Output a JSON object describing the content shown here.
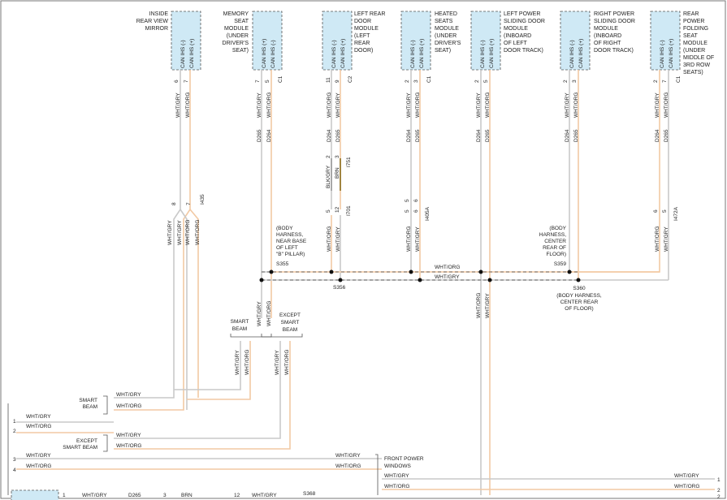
{
  "modules": [
    {
      "id": "mirror",
      "title": "INSIDE REAR VIEW MIRROR",
      "title_lines": [
        "INSIDE",
        "REAR VIEW",
        "MIRROR"
      ],
      "pins": [
        "CAN IHS (-)",
        "CAN IHS (+)"
      ],
      "pin_nums": [
        "6",
        "7"
      ],
      "connector": ""
    },
    {
      "id": "seat",
      "title": "MEMORY SEAT MODULE (UNDER DRIVER'S SEAT)",
      "title_lines": [
        "MEMORY",
        "SEAT",
        "MODULE",
        "(UNDER",
        "DRIVER'S",
        "SEAT)"
      ],
      "pins": [
        "CAN IHS (+)",
        "CAN IHS (-)"
      ],
      "pin_nums": [
        "7",
        "5"
      ],
      "connector": "C1"
    },
    {
      "id": "lrdoor",
      "title": "LEFT REAR DOOR MODULE (LEFT REAR DOOR)",
      "title_lines": [
        "LEFT REAR",
        "DOOR",
        "MODULE",
        "(LEFT",
        "REAR",
        "DOOR)"
      ],
      "pins": [
        "CAN IHS (-)",
        "CAN IHS (+)"
      ],
      "pin_nums": [
        "11",
        "9"
      ],
      "connector": "C2"
    },
    {
      "id": "heated",
      "title": "HEATED SEATS MODULE (UNDER DRIVER'S SEAT)",
      "title_lines": [
        "HEATED",
        "SEATS",
        "MODULE",
        "(UNDER",
        "DRIVER'S",
        "SEAT)"
      ],
      "pins": [
        "CAN IHS (-)",
        "CAN IHS (+)"
      ],
      "pin_nums": [
        "2",
        "3"
      ],
      "connector": "C1"
    },
    {
      "id": "lpsd",
      "title": "LEFT POWER SLIDING DOOR MODULE (INBOARD OF LEFT DOOR TRACK)",
      "title_lines": [
        "LEFT POWER",
        "SLIDING DOOR",
        "MODULE",
        "(INBOARD",
        "OF LEFT",
        "DOOR TRACK)"
      ],
      "pins": [
        "CAN IHS (-)",
        "CAN IHS (+)"
      ],
      "pin_nums": [
        "2",
        "5"
      ],
      "connector": ""
    },
    {
      "id": "rpsd",
      "title": "RIGHT POWER SLIDING DOOR MODULE (INBOARD OF RIGHT DOOR TRACK)",
      "title_lines": [
        "RIGHT POWER",
        "SLIDING DOOR",
        "MODULE",
        "(INBOARD",
        "OF RIGHT",
        "DOOR TRACK)"
      ],
      "pins": [
        "CAN IHS (-)",
        "CAN IHS (+)"
      ],
      "pin_nums": [
        "2",
        "3"
      ],
      "connector": ""
    },
    {
      "id": "rpfs",
      "title": "REAR POWER FOLDING SEAT MODULE (UNDER MIDDLE OF 3RD ROW SEATS)",
      "title_lines": [
        "REAR",
        "POWER",
        "FOLDING",
        "SEAT",
        "MODULE",
        "(UNDER",
        "MIDDLE OF",
        "3RD ROW",
        "SEATS)"
      ],
      "pins": [
        "CAN IHS (-)",
        "CAN IHS (+)"
      ],
      "pin_nums": [
        "2",
        "7"
      ],
      "connector": "C1"
    }
  ],
  "wire_labels": {
    "mirror": [
      "WHT/GRY",
      "WHT/ORG"
    ],
    "seat": [
      "WHT/GRY",
      "WHT/ORG",
      "D265",
      "D264"
    ],
    "lrdoor": [
      "WHT/ORG",
      "WHT/GRY",
      "D264",
      "D265"
    ],
    "heated": [
      "WHT/GRY",
      "WHT/ORG",
      "D264",
      "D265"
    ],
    "lpsd": [
      "WHT/GRY",
      "WHT/ORG",
      "D264",
      "D265"
    ],
    "rpsd": [
      "WHT/GRY",
      "WHT/ORG",
      "D264",
      "D265"
    ],
    "rpfs": [
      "WHT/GRY",
      "WHT/ORG",
      "D264",
      "D265"
    ]
  },
  "lower_wires": {
    "mirror": [
      "WHT/GRY",
      "WHT/GRY",
      "WHT/ORG",
      "WHT/ORG"
    ],
    "lrdoor": [
      "WHT/ORG",
      "WHT/GRY"
    ],
    "heated": [
      "WHT/ORG",
      "WHT/GRY"
    ],
    "rpfs": [
      "WHT/ORG",
      "WHT/GRY"
    ],
    "lpsd": [
      "WHT/ORG",
      "WHT/GRY"
    ]
  },
  "inline_connectors": [
    "I435",
    "I751",
    "I701",
    "I405A",
    "I472A"
  ],
  "inline_pins": {
    "mirror": [
      "8",
      "7"
    ],
    "lrdoor_top": [
      "2",
      "3"
    ],
    "lrdoor_bottom": [
      "5",
      "12"
    ],
    "heated": [
      "5",
      "6"
    ],
    "rpfs": [
      "6",
      "5"
    ]
  },
  "lrdoor_extra": {
    "wire1": "BLK/GRY",
    "wire2": "BRN"
  },
  "splices": [
    {
      "id": "S355",
      "desc": "(BODY HARNESS, NEAR BASE OF LEFT \"B\" PILLAR)",
      "desc_lines": [
        "(BODY",
        "HARNESS,",
        "NEAR BASE",
        "OF LEFT",
        "\"B\" PILLAR)"
      ],
      "name": "S355"
    },
    {
      "id": "S356",
      "name": "S356"
    },
    {
      "id": "S359",
      "desc": "(BODY HARNESS, CENTER REAR OF FLOOR)",
      "desc_lines": [
        "(BODY",
        "HARNESS,",
        "CENTER",
        "REAR OF",
        "FLOOR)"
      ],
      "name": "S359"
    },
    {
      "id": "S360",
      "desc": "(BODY HARNESS, CENTER REAR OF FLOOR)",
      "desc_lines": [
        "(BODY HARNESS,",
        "CENTER REAR",
        "OF FLOOR)"
      ],
      "name": "S360"
    }
  ],
  "bus_labels": {
    "org": "WHT/ORG",
    "gry": "WHT/GRY"
  },
  "variants": {
    "smart_beam": [
      "SMART",
      "BEAM"
    ],
    "except_smart_beam": [
      "EXCEPT",
      "SMART",
      "BEAM"
    ],
    "smart_wires": [
      "WHT/GRY",
      "WHT/ORG"
    ],
    "except_wires": [
      "WHT/GRY",
      "WHT/ORG"
    ]
  },
  "left_connector": {
    "pins": [
      "1",
      "2",
      "3",
      "4"
    ],
    "row1": [
      "WHT/GRY",
      "WHT/ORG"
    ],
    "row2": [
      "WHT/GRY",
      "WHT/ORG"
    ],
    "smart_beam_label": [
      "SMART",
      "BEAM"
    ],
    "except_label": [
      "EXCEPT",
      "SMART BEAM"
    ],
    "smart_wires": [
      "WHT/GRY",
      "WHT/ORG"
    ],
    "except_wires": [
      "WHT/GRY",
      "WHT/ORG"
    ],
    "row3_left": [
      "WHT/GRY",
      "WHT/ORG"
    ],
    "row3_right": [
      "WHT/GRY",
      "WHT/ORG"
    ]
  },
  "front_power_windows": {
    "label": [
      "FRONT POWER",
      "WINDOWS"
    ],
    "wires": [
      "WHT/GRY",
      "WHT/ORG"
    ],
    "pins": [
      "1",
      "2"
    ]
  },
  "bottom_row": {
    "items": [
      "1",
      "WHT/GRY",
      "D265",
      "3",
      "BRN",
      "12",
      "WHT/GRY",
      "S368",
      "2"
    ]
  }
}
